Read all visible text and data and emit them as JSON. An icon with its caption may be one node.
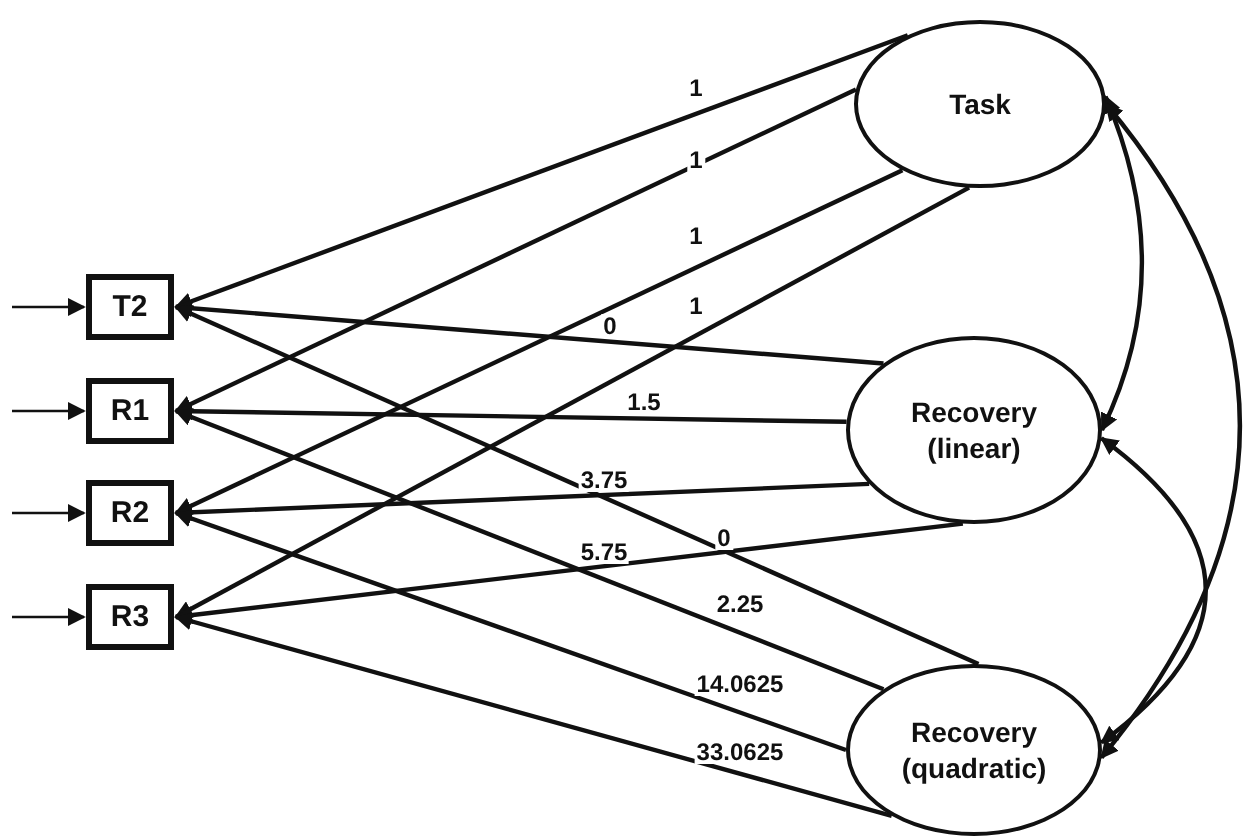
{
  "diagram": {
    "nodes": [
      {
        "text": [
          "T2"
        ]
      },
      {
        "text": [
          "R1"
        ]
      },
      {
        "text": [
          "R2"
        ]
      },
      {
        "text": [
          "R3"
        ]
      },
      {
        "text": [
          "Task"
        ]
      },
      {
        "text": [
          "Recovery (linear)"
        ]
      },
      {
        "text": [
          "Recovery (quadratic)"
        ]
      }
    ],
    "edges": [
      {
        "from": 4,
        "to": 0,
        "arrow": "to",
        "label": "1"
      },
      {
        "from": 4,
        "to": 1,
        "arrow": "to",
        "label": "1"
      },
      {
        "from": 4,
        "to": 2,
        "arrow": "to",
        "label": "1"
      },
      {
        "from": 4,
        "to": 3,
        "arrow": "to",
        "label": "1"
      },
      {
        "from": 5,
        "to": 0,
        "arrow": "to",
        "label": "0"
      },
      {
        "from": 5,
        "to": 1,
        "arrow": "to",
        "label": "1.5"
      },
      {
        "from": 5,
        "to": 2,
        "arrow": "to",
        "label": "3.75"
      },
      {
        "from": 5,
        "to": 3,
        "arrow": "to",
        "label": "5.75"
      },
      {
        "from": 6,
        "to": 0,
        "arrow": "to",
        "label": "0"
      },
      {
        "from": 6,
        "to": 1,
        "arrow": "to",
        "label": "2.25"
      },
      {
        "from": 6,
        "to": 2,
        "arrow": "to",
        "label": "14.0625"
      },
      {
        "from": 6,
        "to": 3,
        "arrow": "to",
        "label": "33.0625"
      },
      {
        "from": 4,
        "to": 5,
        "arrow": "both"
      },
      {
        "from": 5,
        "to": 6,
        "arrow": "both"
      },
      {
        "from": 4,
        "to": 6,
        "arrow": "both"
      },
      {
        "from": null,
        "to": 0,
        "arrow": "to"
      },
      {
        "from": null,
        "to": 1,
        "arrow": "to"
      },
      {
        "from": null,
        "to": 2,
        "arrow": "to"
      },
      {
        "from": null,
        "to": 3,
        "arrow": "to"
      }
    ]
  }
}
